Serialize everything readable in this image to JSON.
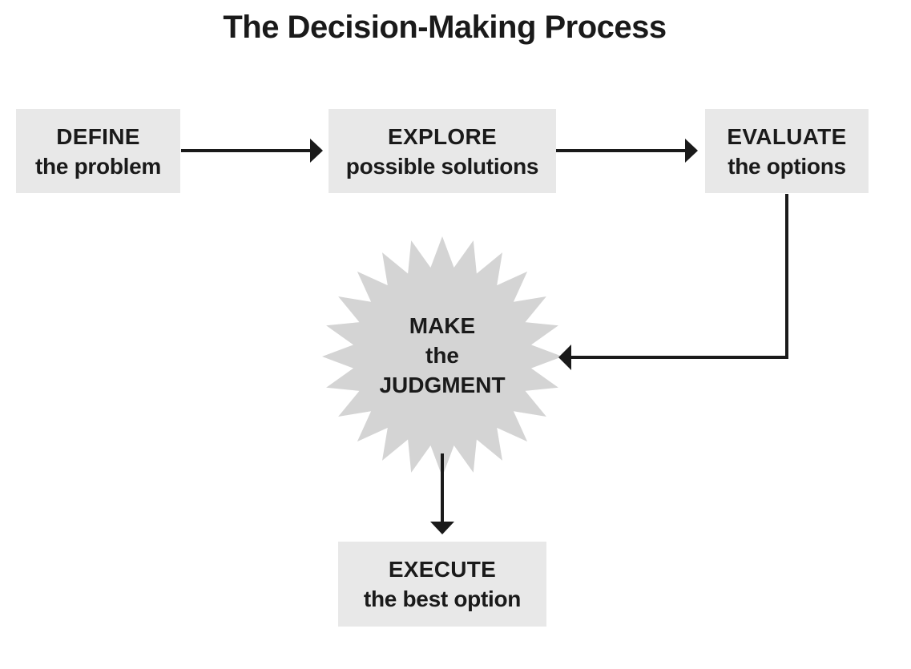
{
  "diagram": {
    "title": "The Decision-Making Process",
    "steps": [
      {
        "head": "DEFINE",
        "sub": "the problem"
      },
      {
        "head": "EXPLORE",
        "sub": "possible solutions"
      },
      {
        "head": "EVALUATE",
        "sub": "the options"
      },
      {
        "head": "EXECUTE",
        "sub": "the best option"
      }
    ],
    "decision": {
      "line1": "MAKE",
      "line2": "the",
      "line3": "JUDGMENT"
    },
    "colors": {
      "box_fill": "#e8e8e8",
      "burst_fill": "#d4d4d4",
      "ink": "#1a1a1a"
    }
  }
}
